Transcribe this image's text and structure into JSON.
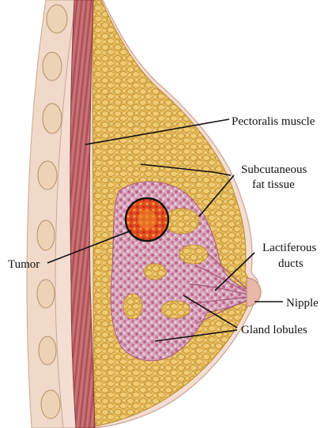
{
  "labels": {
    "pectoralis": "Pectoralis muscle",
    "subcutaneous_line1": "Subcutaneous",
    "subcutaneous_line2": "fat tissue",
    "lactiferous_line1": "Lactiferous",
    "lactiferous_line2": "ducts",
    "nipple": "Nipple",
    "gland_lobules": "Gland lobules",
    "tumor": "Tumor"
  },
  "colors": {
    "muscle": "#b7585c",
    "muscle_dark": "#8e3b40",
    "fat": "#e3b552",
    "fat_dark": "#b9882c",
    "gland": "#c98ea7",
    "gland_dark": "#a85c7d",
    "tumor": "#d33a1d",
    "skin": "#f3d9cf",
    "rib": "#ead3b4"
  }
}
